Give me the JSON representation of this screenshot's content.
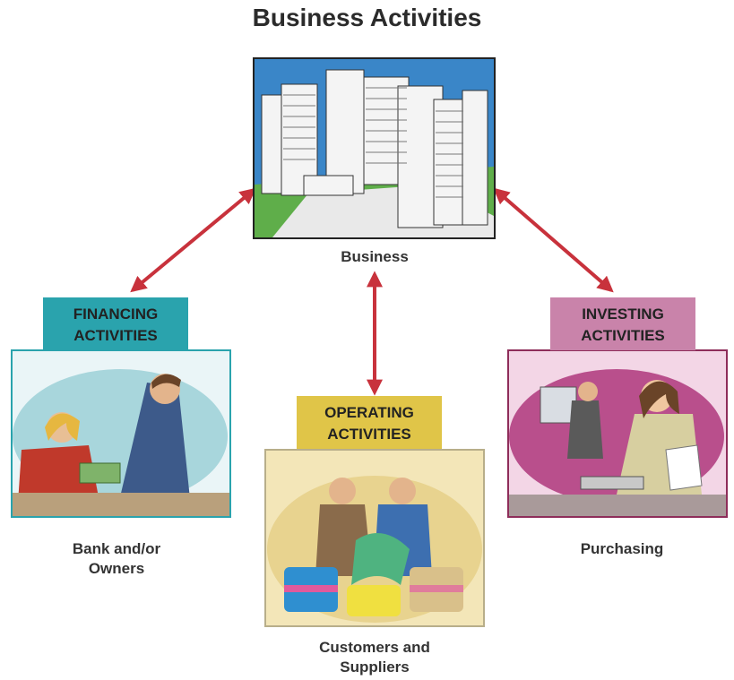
{
  "title": "Business Activities",
  "center": {
    "caption": "Business"
  },
  "financing": {
    "label_line1": "FINANCING",
    "label_line2": "ACTIVITIES",
    "caption_line1": "Bank and/or",
    "caption_line2": "Owners",
    "color": "#2aa3ad"
  },
  "operating": {
    "label_line1": "OPERATING",
    "label_line2": "ACTIVITIES",
    "caption_line1": "Customers and",
    "caption_line2": "Suppliers",
    "color": "#e0c548"
  },
  "investing": {
    "label_line1": "INVESTING",
    "label_line2": "ACTIVITIES",
    "caption_line1": "Purchasing",
    "color": "#c983aa"
  },
  "arrow_color": "#c8323c"
}
